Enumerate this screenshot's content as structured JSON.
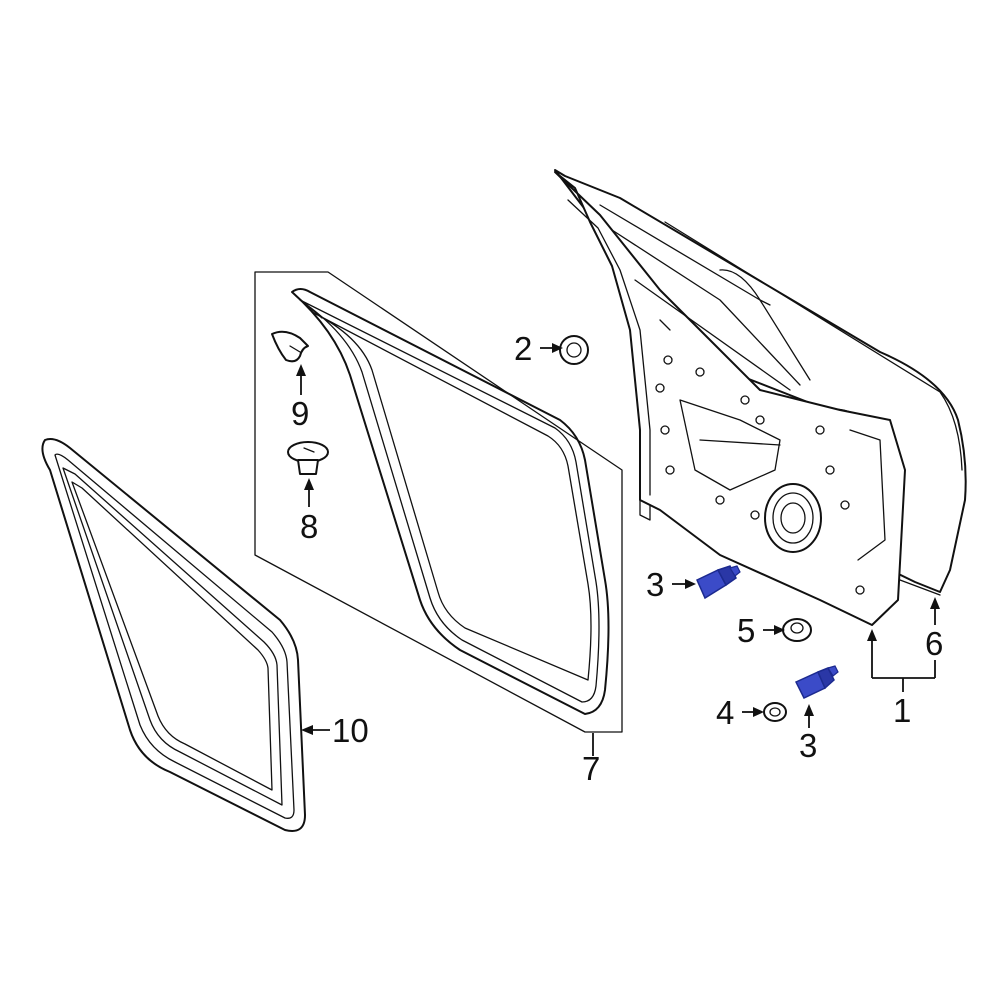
{
  "callouts": {
    "c1": "1",
    "c2": "2",
    "c3a": "3",
    "c3b": "3",
    "c4": "4",
    "c5": "5",
    "c6": "6",
    "c7": "7",
    "c8": "8",
    "c9": "9",
    "c10": "10"
  },
  "colors": {
    "highlight": "#3b4bc8",
    "highlight_dark": "#1c2a8f",
    "line": "#111111",
    "background": "#ffffff"
  }
}
